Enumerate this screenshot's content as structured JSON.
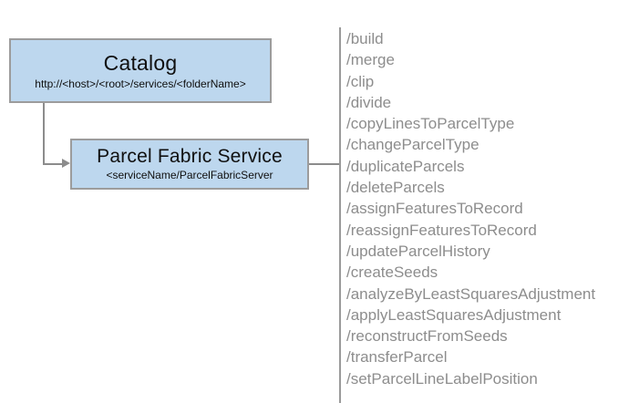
{
  "diagram": {
    "type": "architecture-hierarchy",
    "nodes": [
      {
        "id": "catalog",
        "title": "Catalog",
        "subtitle": "http://<host>/<root>/services/<folderName>"
      },
      {
        "id": "parcel-fabric-service",
        "title": "Parcel Fabric Service",
        "subtitle": "<serviceName/ParcelFabricServer"
      }
    ],
    "operations": [
      "/build",
      "/merge",
      "/clip",
      "/divide",
      "/copyLinesToParcelType",
      "/changeParcelType",
      "/duplicateParcels",
      "/deleteParcels",
      "/assignFeaturesToRecord",
      "/reassignFeaturesToRecord",
      "/updateParcelHistory",
      "/createSeeds",
      "/analyzeByLeastSquaresAdjustment",
      "/applyLeastSquaresAdjustment",
      "/reconstructFromSeeds",
      "/transferParcel",
      "/setParcelLineLabelPosition"
    ],
    "colors": {
      "node_fill": "#bdd7ee",
      "node_border": "#9c9c9c",
      "node_text": "#101010",
      "connector": "#8c8c8c",
      "divider": "#9a9a9a",
      "operation_text": "#8d8d8d",
      "background": "#ffffff"
    }
  }
}
